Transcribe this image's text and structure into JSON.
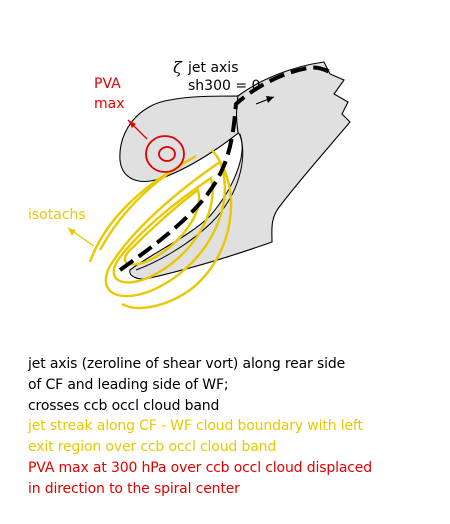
{
  "labels": {
    "zeta": "ζ",
    "jet_axis": "jet axis",
    "sh300": "sh300 = 0",
    "pva_line1": "PVA",
    "pva_line2": "max",
    "isotachs": "isotachs"
  },
  "caption": [
    {
      "text": "jet axis (zeroline of shear vort) along rear side",
      "color": "#000000"
    },
    {
      "text": "of CF and leading side of WF;",
      "color": "#000000"
    },
    {
      "text": "crosses ccb occl cloud band",
      "color": "#000000"
    },
    {
      "text": "jet streak along CF - WF cloud boundary with left",
      "color": "#e8c800"
    },
    {
      "text": "exit region over ccb occl cloud band",
      "color": "#e8c800"
    },
    {
      "text": "PVA max at 300 hPa over ccb occl cloud displaced",
      "color": "#e00000"
    },
    {
      "text": "in direction to the spiral center",
      "color": "#e00000"
    }
  ],
  "colors": {
    "text": "#000000",
    "isotach": "#e8c800",
    "pva": "#e00000",
    "cloud_fill": "#e0e0e0",
    "jet_axis": "#000000"
  }
}
